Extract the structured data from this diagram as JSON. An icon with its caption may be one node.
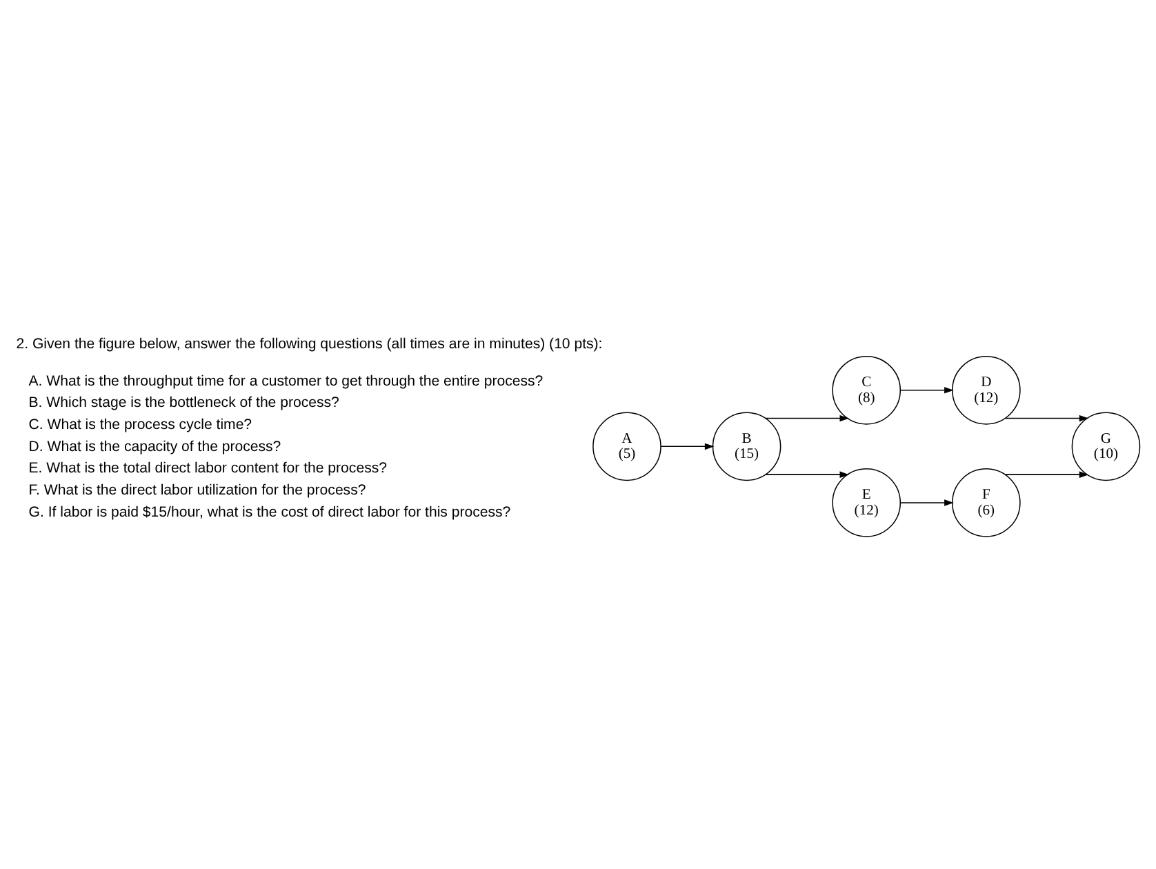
{
  "diagram": {
    "title": "2. Given the figure below, answer the following questions (all times are in minutes) (10 pts):",
    "nodes": [
      {
        "text": [
          "A",
          "(5)"
        ]
      },
      {
        "text": [
          "B",
          "(15)"
        ]
      },
      {
        "text": [
          "C",
          "(8)"
        ]
      },
      {
        "text": [
          "D",
          "(12)"
        ]
      },
      {
        "text": [
          "E",
          "(12)"
        ]
      },
      {
        "text": [
          "F",
          "(6)"
        ]
      },
      {
        "text": [
          "G",
          "(10)"
        ]
      }
    ],
    "edges": [
      {
        "from": 0,
        "to": 1,
        "arrow": "to"
      },
      {
        "from": 1,
        "to": 2,
        "arrow": "to"
      },
      {
        "from": 2,
        "to": 3,
        "arrow": "to"
      },
      {
        "from": 3,
        "to": 6,
        "arrow": "to"
      },
      {
        "from": 1,
        "to": 4,
        "arrow": "to"
      },
      {
        "from": 4,
        "to": 5,
        "arrow": "to"
      },
      {
        "from": 5,
        "to": 6,
        "arrow": "to"
      }
    ],
    "labels": [
      "A. What is the throughput time for a customer to get through the entire process?",
      "B. Which stage is the bottleneck of the process?",
      "C. What is the process cycle time?",
      "D. What is the capacity of the process?",
      "E. What is the total direct labor content for the process?",
      "F. What is the direct labor utilization for the process?",
      "G. If labor is paid $15/hour, what is the cost of direct labor for this process?"
    ]
  }
}
